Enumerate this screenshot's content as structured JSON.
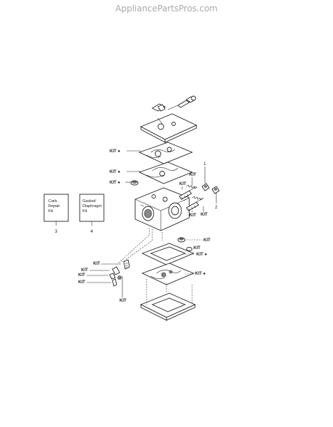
{
  "watermark": "AppliancePartsPros.com",
  "kit_label": "KIT",
  "kit_bullet": "KIT ●",
  "boxes": [
    {
      "number": "3",
      "lines": [
        "Carb.",
        "Repair",
        "Kit"
      ]
    },
    {
      "number": "4",
      "lines": [
        "Gasket/",
        "Diaphragm",
        "Kit"
      ]
    }
  ],
  "callouts": [
    "1",
    "2"
  ]
}
